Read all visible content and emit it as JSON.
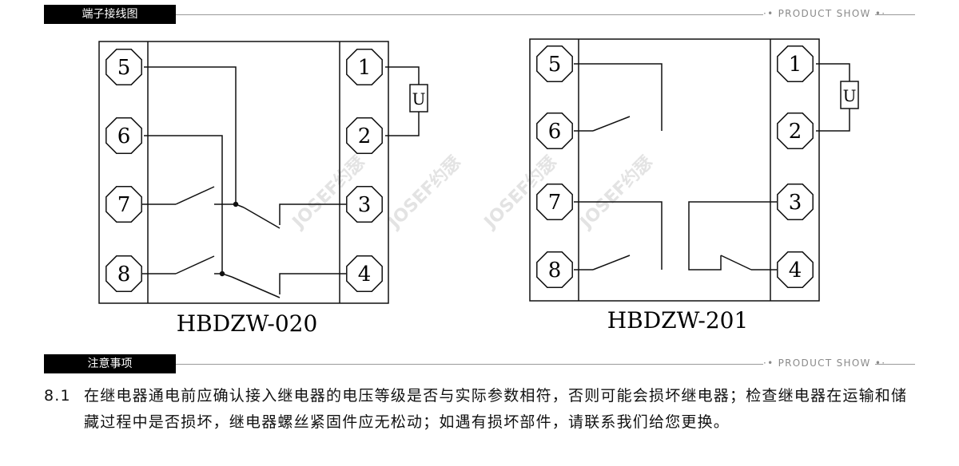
{
  "sections": {
    "wiring": {
      "title": "端子接线图",
      "tagline": "PRODUCT SHOW"
    },
    "notes": {
      "title": "注意事项",
      "tagline": "PRODUCT SHOW"
    }
  },
  "diagrams": [
    {
      "model": "HBDZW-020",
      "left_terminals": [
        "5",
        "6",
        "7",
        "8"
      ],
      "right_terminals": [
        "1",
        "2",
        "3",
        "4"
      ],
      "coil": "U"
    },
    {
      "model": "HBDZW-201",
      "left_terminals": [
        "5",
        "6",
        "7",
        "8"
      ],
      "right_terminals": [
        "1",
        "2",
        "3",
        "4"
      ],
      "coil": "U"
    }
  ],
  "watermark": "JOSEF约瑟",
  "notes": [
    {
      "number": "8.1",
      "text": "在继电器通电前应确认接入继电器的电压等级是否与实际参数相符，否则可能会损坏继电器；检查继电器在运输和储藏过程中是否损坏，继电器螺丝紧固件应无松动；如遇有损坏部件，请联系我们给您更换。"
    }
  ],
  "colors": {
    "tab_bg": "#000000",
    "tab_text": "#ffffff",
    "line": "#111111",
    "rule": "#9a9a9a"
  }
}
